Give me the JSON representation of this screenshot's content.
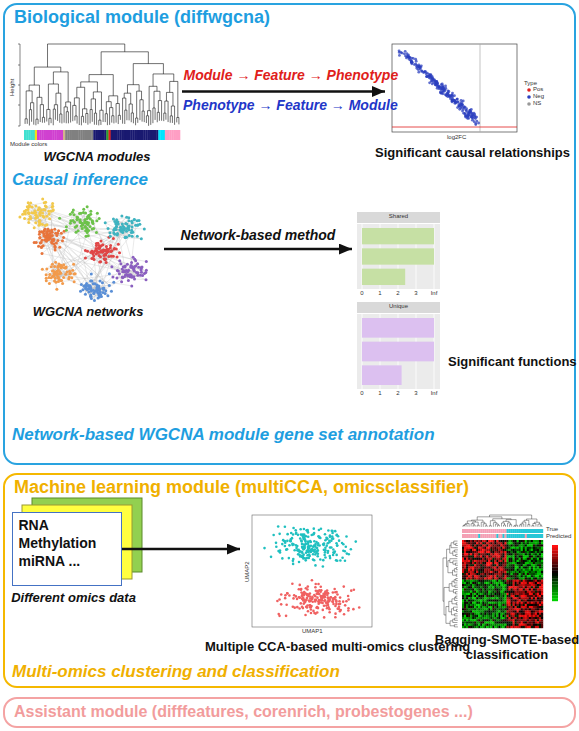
{
  "diagram": {
    "nodes": [
      {
        "text": [
          "Biological module (diffwgcna)"
        ]
      },
      {
        "text": [
          "WGCNA modules"
        ],
        "in": 0
      },
      {
        "text": [
          "Significant causal relationships"
        ],
        "in": 0
      },
      {
        "text": [
          "WGCNA networks"
        ],
        "in": 0
      },
      {
        "text": [
          "Significant functions"
        ],
        "in": 0
      },
      {
        "text": [
          "Machine learning module (multiCCA, omicsclassifier)"
        ]
      },
      {
        "text": [
          "RNA",
          "Methylation",
          "miRNA ...",
          "Different omics data"
        ],
        "in": 5
      },
      {
        "text": [
          "Multiple CCA-based multi-omics clustering"
        ],
        "in": 5
      },
      {
        "text": [
          "Bagging-SMOTE-based classification"
        ],
        "in": 5
      },
      {
        "text": [
          "Assistant module (difffeatures, corenrich, probestogenes ...)"
        ]
      }
    ],
    "edges": [
      {
        "from": 1,
        "to": 2,
        "label": "Module → Feature → Phenotype",
        "arrow": "to"
      },
      {
        "from": 3,
        "to": 4,
        "label": "Network-based method",
        "arrow": "to"
      },
      {
        "from": 6,
        "to": 7,
        "arrow": "to"
      }
    ],
    "labels": [
      "Causal inference",
      "Phenotype → Feature → Module",
      "Network-based WGCNA module gene set annotation",
      "Multi-omics clustering and classification",
      "Height",
      "Module colors",
      "log2FC",
      "Type",
      "Pos",
      "Neg",
      "NS",
      "Shared",
      "0",
      "1",
      "2",
      "3",
      "Inf",
      "Unique",
      "0",
      "1",
      "2",
      "3",
      "Inf",
      "UMAP1",
      "UMAP2",
      "True",
      "Predicted"
    ]
  }
}
